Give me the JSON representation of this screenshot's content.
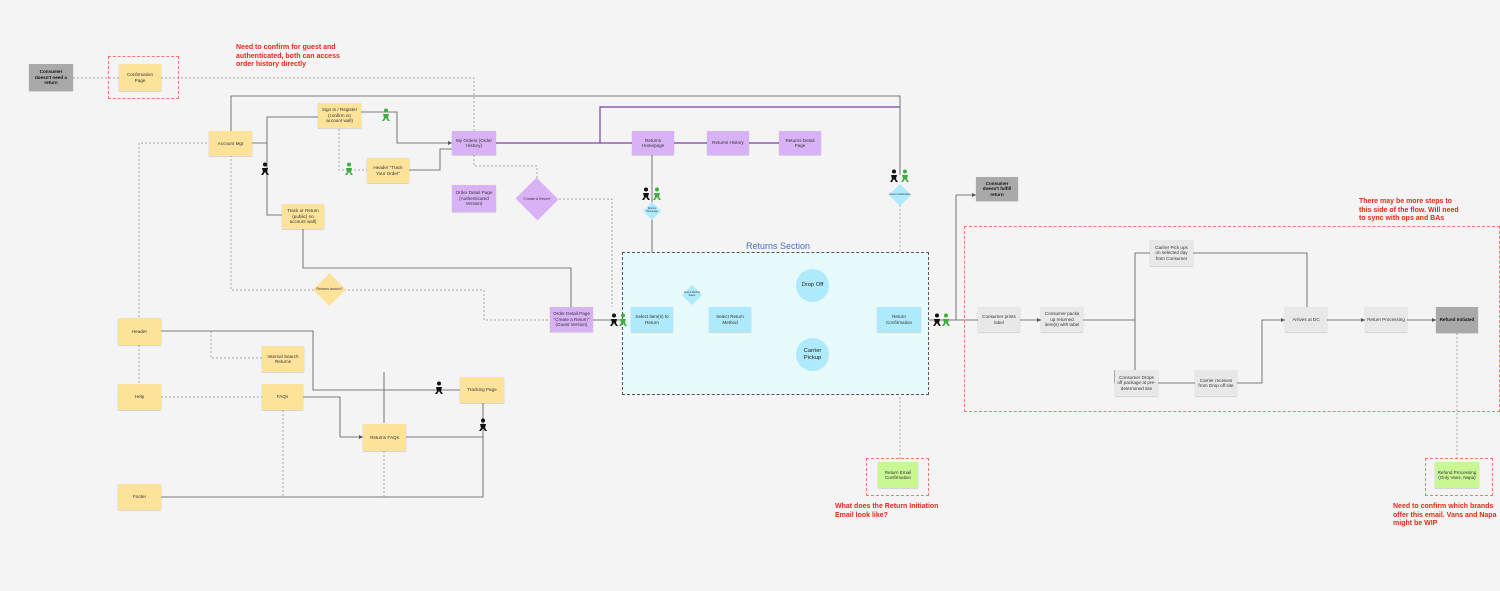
{
  "notes": {
    "guest_auth": "Need to confirm for guest and authenticated, both can access order history directly",
    "more_steps": "There may be more steps to this side of the flow. Will need to sync with ops and BAs",
    "email_look": "What does the Return Initiation Email look like?",
    "brands_email": "Need to confirm which brands offer this email. Vans and Napa might be WIP"
  },
  "section": {
    "title": "Returns Section"
  },
  "nodes": {
    "consumer_no_return": "Consumer doesn't need a return",
    "confirmation_page": "Confirmation Page",
    "account_mgmt": "Account Mgt",
    "sign_in": "Sign In / Register (confirm no account wall)",
    "header_track": "Header \"Track Your Order\"",
    "my_orders": "My Orders (Order History)",
    "order_detail_auth": "Order Detail Page (Authenticated Version)",
    "create_return_dia": "\"Create A Return\"",
    "track_return": "Track or Return (public) no account wall)",
    "returns_homepage": "Returns Homepage",
    "returns_history": "Returns History",
    "returns_detail": "Returns Detail Page",
    "consumer_no_fulfill": "Consumer doesn't fulfill return",
    "returns_dia_left": "Returns Homepage",
    "returns_dia_right": "Return Confirmation",
    "returns_launch_dia": "Returns launch?",
    "order_detail_guest": "Order Detail Page \"Create a Return\" (Guest Version)",
    "select_items": "Select item(s) to Return",
    "returns_dia_small": "Return Method Select",
    "select_method": "Select Return Method",
    "drop_off": "Drop Off",
    "carrier_pickup": "Carrier Pickup",
    "return_confirmation": "Return Confirmation",
    "header": "Header",
    "internal_search": "Internal Search Returns",
    "help": "Help",
    "faqs": "FAQs",
    "tracking_page": "Tracking Page",
    "returns_faqs": "Returns FAQs",
    "footer": "Footer",
    "return_email": "Return Email Confirmation",
    "consumer_prints": "Consumer prints label",
    "consumer_packs": "Consumer packs up returned item(s) with label",
    "carrier_picks": "Carrier Pick ups on selected day from Consumer",
    "consumer_drops": "Consumer Drops off package at pre-determined site",
    "carrier_receives": "Carrier receives from Drop off site",
    "arrives_dc": "Arrives at DC",
    "return_processing": "Return Processing",
    "refund_initiated": "Refund Initiated",
    "refund_processing": "Refund Processing (Only Vans, Napa)"
  },
  "colors": {
    "yellow": "#fde39a",
    "purple": "#d8b2f5",
    "cyan": "#aeeafb",
    "gray": "#e8e8e8",
    "dark_gray": "#a9a9a9",
    "green": "#c9f794",
    "note_red": "#e02a1a",
    "purple_line": "#7a3fa8"
  }
}
